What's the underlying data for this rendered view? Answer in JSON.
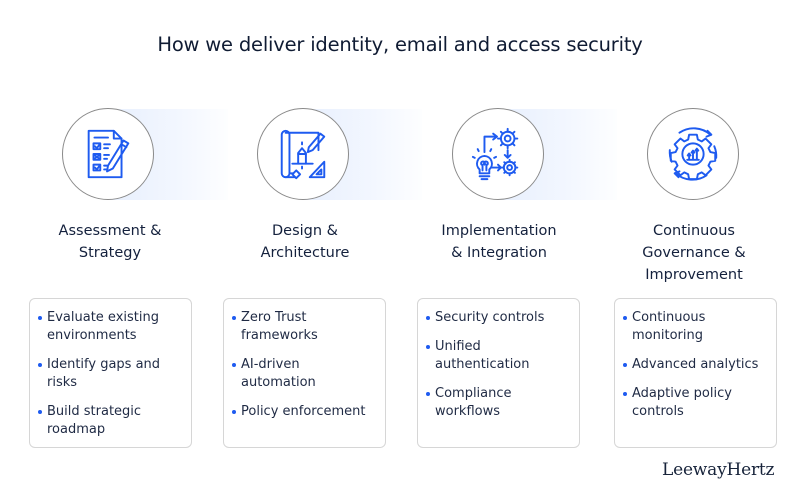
{
  "title": "How we deliver identity, email and access security",
  "accent_color": "#1e5bf0",
  "steps": [
    {
      "icon": "checklist-icon",
      "heading_lines": [
        "Assessment &",
        "Strategy"
      ],
      "items": [
        "Evaluate existing environments",
        "Identify gaps and risks",
        "Build strategic roadmap"
      ]
    },
    {
      "icon": "blueprint-icon",
      "heading_lines": [
        "Design &",
        "Architecture"
      ],
      "items": [
        "Zero Trust frameworks",
        "AI-driven automation",
        "Policy enforcement"
      ]
    },
    {
      "icon": "idea-gears-icon",
      "heading_lines": [
        "Implementation",
        "& Integration"
      ],
      "items": [
        "Security controls",
        "Unified authentication",
        "Compliance workflows"
      ]
    },
    {
      "icon": "gear-growth-cycle-icon",
      "heading_lines": [
        "Continuous",
        "Governance &",
        "Improvement"
      ],
      "items": [
        "Continuous monitoring",
        "Advanced analytics",
        "Adaptive policy controls"
      ]
    }
  ],
  "brand": "LeewayHertz"
}
